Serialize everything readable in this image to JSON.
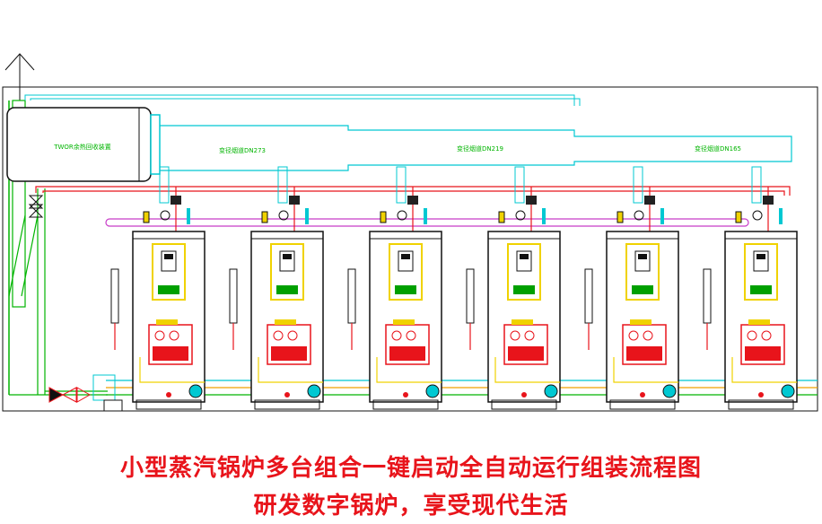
{
  "recovery_unit_label": "TWOR余热回收装置",
  "header_labels": [
    "变径烟道DN273",
    "变径烟道DN219",
    "变径烟道DN165"
  ],
  "boiler_count": 6,
  "caption_line1": "小型蒸汽锅炉多台组合一键启动全自动运行组装流程图",
  "caption_line2": "研发数字锅炉，享受现代生活",
  "colors": {
    "pipe_cyan": "#00c8d2",
    "pipe_red": "#e8141b",
    "pipe_magenta": "#c83cc8",
    "pipe_green": "#00b400",
    "panel_yellow": "#f0d200",
    "caption_red": "#e8141b"
  }
}
